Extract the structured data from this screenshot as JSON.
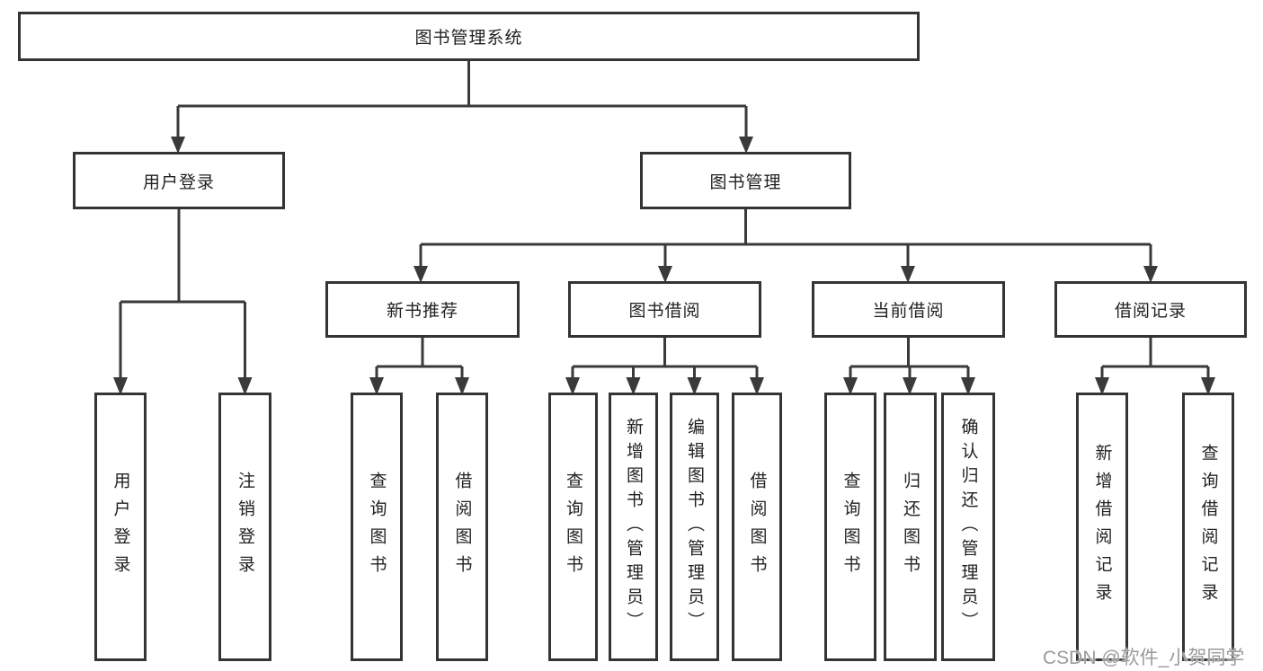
{
  "colors": {
    "background": "#ffffff",
    "line": "#3a3a3a",
    "box_border": "#343434",
    "text": "#222222",
    "watermark": "#9b9b9b"
  },
  "watermark": "CSDN @软件_小贺同学",
  "nodes": {
    "root": {
      "label": "图书管理系统"
    },
    "user_login": {
      "label": "用户登录"
    },
    "book_management": {
      "label": "图书管理"
    },
    "new_book_recommend": {
      "label": "新书推荐"
    },
    "book_borrow": {
      "label": "图书借阅"
    },
    "current_borrow": {
      "label": "当前借阅"
    },
    "borrow_records": {
      "label": "借阅记录"
    },
    "leaves": [
      {
        "label": "用户登录"
      },
      {
        "label": "注销登录"
      },
      {
        "label": "查询图书"
      },
      {
        "label": "借阅图书"
      },
      {
        "label": "查询图书"
      },
      {
        "label": "新增图书（管理员）"
      },
      {
        "label": "编辑图书（管理员）"
      },
      {
        "label": "借阅图书"
      },
      {
        "label": "查询图书"
      },
      {
        "label": "归还图书"
      },
      {
        "label": "确认归还（管理员）"
      },
      {
        "label": "新增借阅记录"
      },
      {
        "label": "查询借阅记录"
      }
    ]
  }
}
